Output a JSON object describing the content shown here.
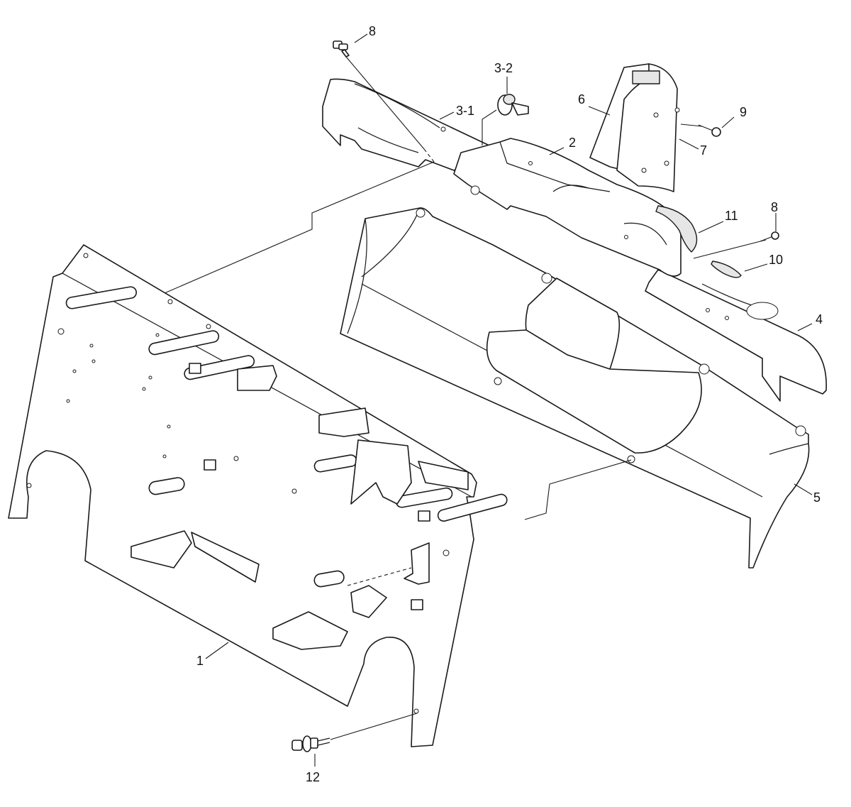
{
  "diagram": {
    "callouts": {
      "c1": "1",
      "c2": "2",
      "c3_1": "3-1",
      "c3_2": "3-2",
      "c4": "4",
      "c5": "5",
      "c6": "6",
      "c7": "7",
      "c8a": "8",
      "c8b": "8",
      "c9": "9",
      "c10": "10",
      "c11": "11",
      "c12": "12"
    }
  }
}
